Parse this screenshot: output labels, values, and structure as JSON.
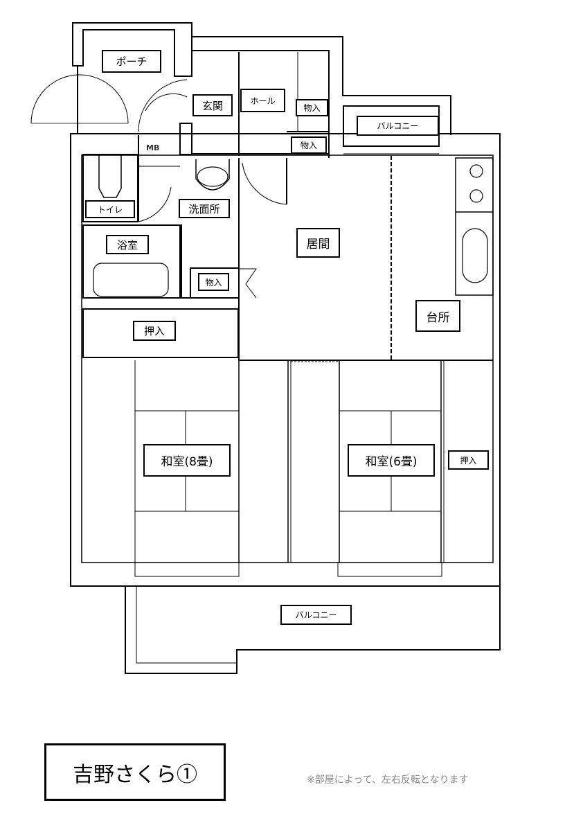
{
  "rooms": {
    "porch": "ポーチ",
    "entrance": "玄関",
    "hall": "ホール",
    "storage_hall_1": "物入",
    "storage_hall_2": "物入",
    "balcony_top": "バルコニー",
    "mb": "MB",
    "toilet": "トイレ",
    "washroom": "洗面所",
    "bathroom": "浴室",
    "living": "居間",
    "storage_wash": "物入",
    "closet_left": "押入",
    "kitchen": "台所",
    "washitsu_8": "和室(8畳)",
    "washitsu_6": "和室(6畳)",
    "closet_right": "押入",
    "balcony_bottom": "バルコニー"
  },
  "title": "吉野さくら①",
  "note": "※部屋によって、左右反転となります"
}
